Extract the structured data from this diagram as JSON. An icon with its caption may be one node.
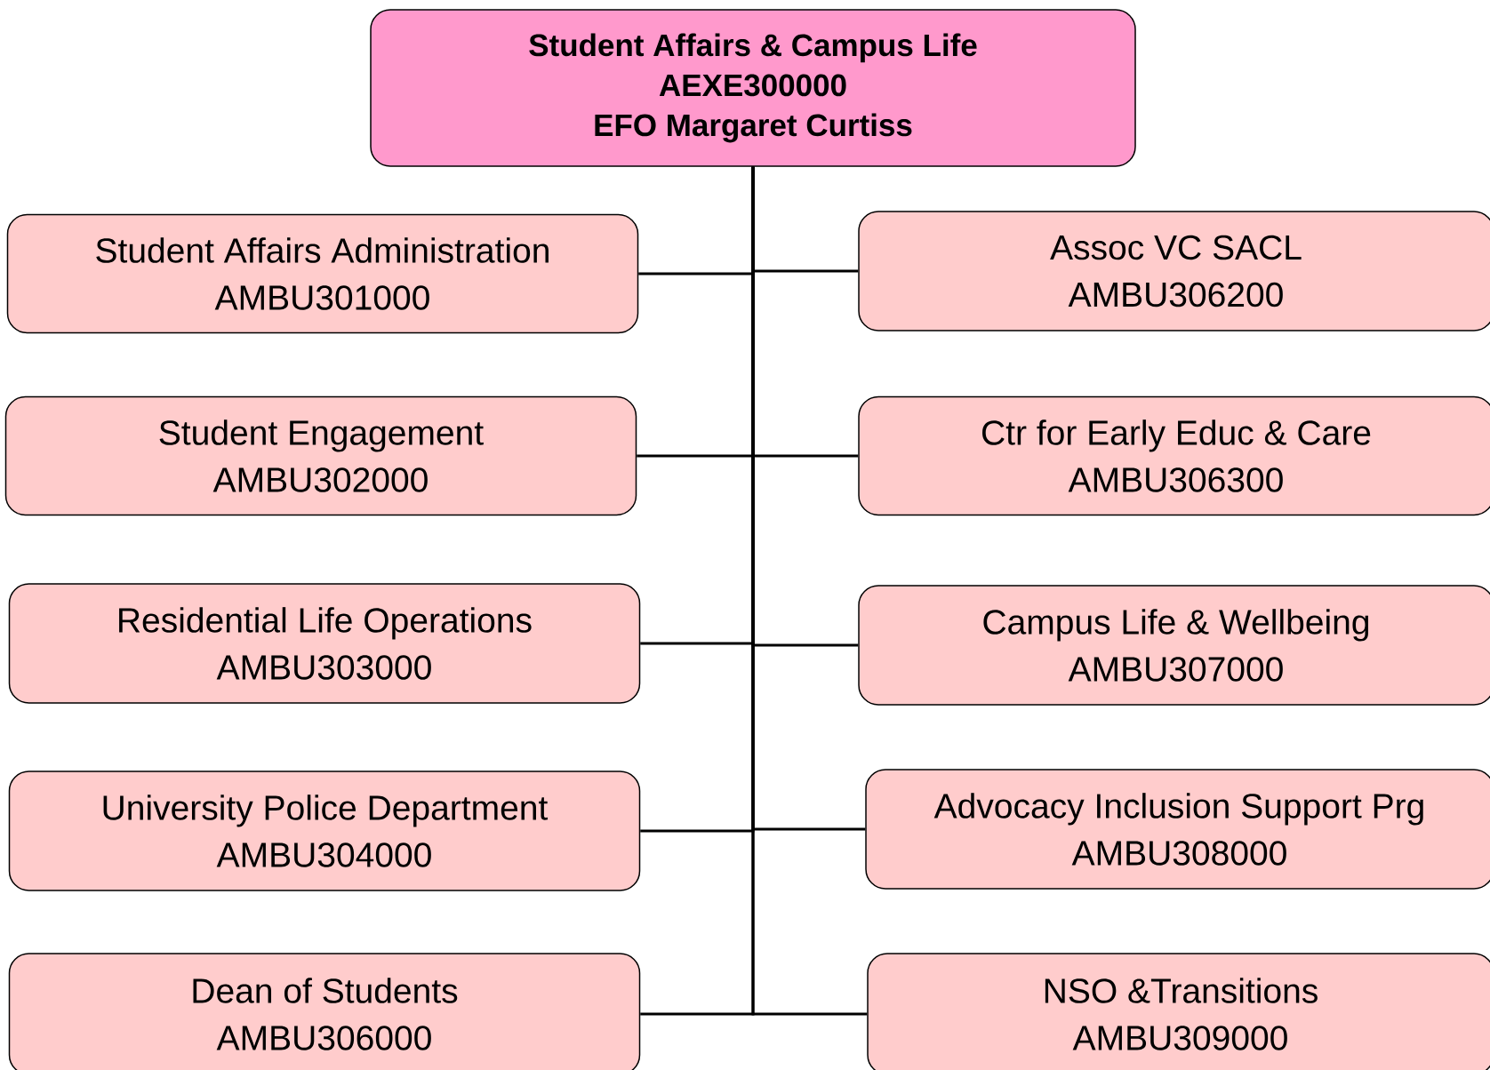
{
  "diagram": {
    "nodes": [
      {
        "text": [
          "Student Affairs & Campus Life",
          "AEXE300000",
          "EFO Margaret Curtiss"
        ]
      },
      {
        "text": [
          "Student Affairs Administration",
          "AMBU301000"
        ]
      },
      {
        "text": [
          "Assoc VC SACL",
          "AMBU306200"
        ]
      },
      {
        "text": [
          "Student Engagement",
          "AMBU302000"
        ]
      },
      {
        "text": [
          "Ctr for Early Educ & Care",
          "AMBU306300"
        ]
      },
      {
        "text": [
          "Residential Life Operations",
          "AMBU303000"
        ]
      },
      {
        "text": [
          "Campus Life & Wellbeing",
          "AMBU307000"
        ]
      },
      {
        "text": [
          "University Police Department",
          "AMBU304000"
        ]
      },
      {
        "text": [
          "Advocacy Inclusion Support Prg",
          "AMBU308000"
        ]
      },
      {
        "text": [
          "Dean of Students",
          "AMBU306000"
        ]
      },
      {
        "text": [
          "NSO &Transitions",
          "AMBU309000"
        ]
      }
    ],
    "edges": [
      {
        "from": 0,
        "to": 1,
        "arrow": "none"
      },
      {
        "from": 0,
        "to": 2,
        "arrow": "none"
      },
      {
        "from": 0,
        "to": 3,
        "arrow": "none"
      },
      {
        "from": 0,
        "to": 4,
        "arrow": "none"
      },
      {
        "from": 0,
        "to": 5,
        "arrow": "none"
      },
      {
        "from": 0,
        "to": 6,
        "arrow": "none"
      },
      {
        "from": 0,
        "to": 7,
        "arrow": "none"
      },
      {
        "from": 0,
        "to": 8,
        "arrow": "none"
      },
      {
        "from": 0,
        "to": 9,
        "arrow": "none"
      },
      {
        "from": 0,
        "to": 10,
        "arrow": "none"
      }
    ]
  }
}
